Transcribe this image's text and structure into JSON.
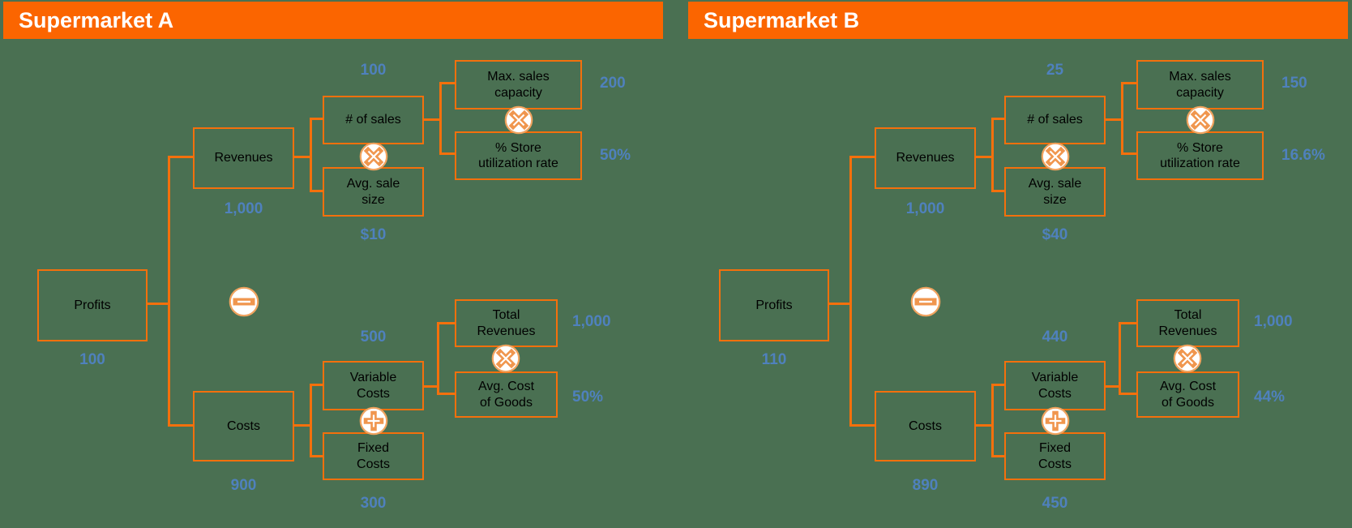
{
  "colors": {
    "background_green": "#4A7052",
    "header_orange": "#FB6500",
    "line_orange": "#F4700C",
    "icon_orange": "#F0964E",
    "value_blue": "#4F81BD",
    "box_text": "#000000",
    "header_text": "#FFFFFF"
  },
  "icons": {
    "minus-icon": "−",
    "multiply-icon": "×",
    "plus-icon": "+"
  },
  "panels": [
    {
      "title": "Supermarket A",
      "nodes": {
        "profits": {
          "label": "Profits",
          "value": "100"
        },
        "revenues": {
          "label": "Revenues",
          "value": "1,000"
        },
        "costs": {
          "label": "Costs",
          "value": "900"
        },
        "num_sales": {
          "label": "# of sales",
          "value": "100"
        },
        "avg_sale_size": {
          "label": "Avg. sale\nsize",
          "value": "$10"
        },
        "max_sales_capacity": {
          "label": "Max. sales\ncapacity",
          "value": "200"
        },
        "store_utilization": {
          "label": "% Store\nutilization rate",
          "value": "50%"
        },
        "variable_costs": {
          "label": "Variable\nCosts",
          "value": "500"
        },
        "fixed_costs": {
          "label": "Fixed\nCosts",
          "value": "300"
        },
        "total_revenues": {
          "label": "Total\nRevenues",
          "value": "1,000"
        },
        "avg_cost_of_goods": {
          "label": "Avg. Cost\nof Goods",
          "value": "50%"
        }
      },
      "operators": {
        "profits": "minus",
        "revenues_branch": "multiply",
        "num_sales_branch": "multiply",
        "costs_branch": "plus",
        "variable_costs_branch": "multiply"
      }
    },
    {
      "title": "Supermarket B",
      "nodes": {
        "profits": {
          "label": "Profits",
          "value": "110"
        },
        "revenues": {
          "label": "Revenues",
          "value": "1,000"
        },
        "costs": {
          "label": "Costs",
          "value": "890"
        },
        "num_sales": {
          "label": "# of sales",
          "value": "25"
        },
        "avg_sale_size": {
          "label": "Avg. sale\nsize",
          "value": "$40"
        },
        "max_sales_capacity": {
          "label": "Max. sales\ncapacity",
          "value": "150"
        },
        "store_utilization": {
          "label": "% Store\nutilization rate",
          "value": "16.6%"
        },
        "variable_costs": {
          "label": "Variable\nCosts",
          "value": "440"
        },
        "fixed_costs": {
          "label": "Fixed\nCosts",
          "value": "450"
        },
        "total_revenues": {
          "label": "Total\nRevenues",
          "value": "1,000"
        },
        "avg_cost_of_goods": {
          "label": "Avg. Cost\nof Goods",
          "value": "44%"
        }
      },
      "operators": {
        "profits": "minus",
        "revenues_branch": "multiply",
        "num_sales_branch": "multiply",
        "costs_branch": "plus",
        "variable_costs_branch": "multiply"
      }
    }
  ]
}
